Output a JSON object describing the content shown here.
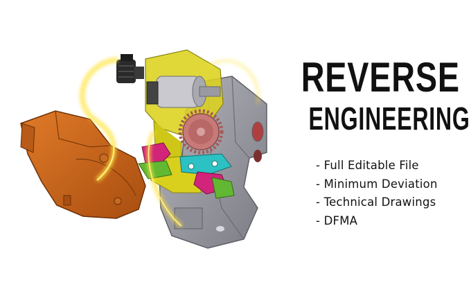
{
  "title": {
    "line1": "REVERSE",
    "line2": "ENGINEERING"
  },
  "features": [
    "- Full Editable File",
    "- Minimum Deviation",
    "- Technical Drawings",
    "- DFMA"
  ],
  "illustration": {
    "subject": "exploded-cad-mechanism",
    "colors": {
      "housing": "#c8661a",
      "bracket": "#9a9aa2",
      "yellow_part": "#d9d21c",
      "glow": "#ffe23a",
      "gear": "#c87a78",
      "teal_part": "#2cc1c3",
      "magenta_part": "#d2247a",
      "green_part": "#62b832",
      "connector": "#2a2a2a"
    }
  }
}
